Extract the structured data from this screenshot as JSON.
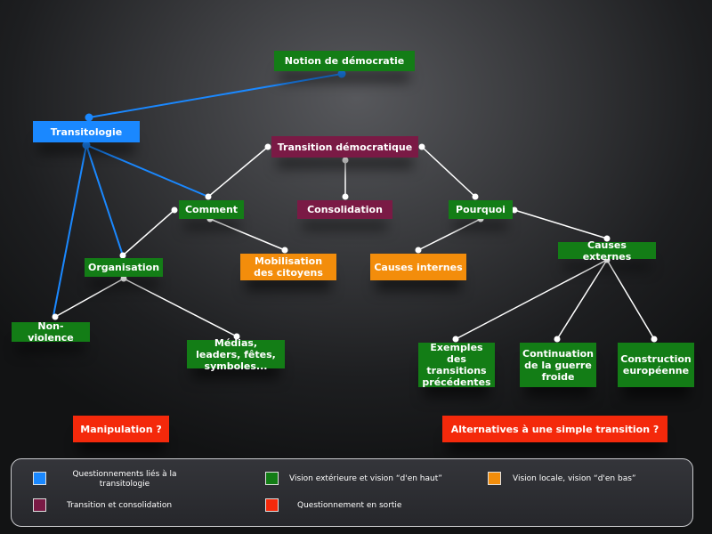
{
  "colors": {
    "blue": "#1a88ff",
    "green": "#137d16",
    "maroon": "#7a1a45",
    "orange": "#f38d0b",
    "red": "#f4290b",
    "link_blue": "#1a88ff",
    "link_white": "#ffffff"
  },
  "nodes": {
    "notion": "Notion de démocratie",
    "transitologie": "Transitologie",
    "transition": "Transition démocratique",
    "comment": "Comment",
    "consolidation": "Consolidation",
    "pourquoi": "Pourquoi",
    "organisation": "Organisation",
    "mobilisation": "Mobilisation des citoyens",
    "causes_internes": "Causes internes",
    "causes_externes": "Causes externes",
    "non_violence": "Non-violence",
    "medias": "Médias, leaders, fêtes, symboles...",
    "exemples": "Exemples des transitions précédentes",
    "guerre_froide": "Continuation de la guerre froide",
    "construction": "Construction européenne",
    "manipulation": "Manipulation ?",
    "alternatives": "Alternatives à une simple transition ?"
  },
  "legend": {
    "blue": "Questionnements liés à la transitologie",
    "green": "Vision extérieure et vision “d'en haut”",
    "orange": "Vision locale, vision “d'en bas”",
    "maroon": "Transition et consolidation",
    "red": "Questionnement en sortie"
  }
}
